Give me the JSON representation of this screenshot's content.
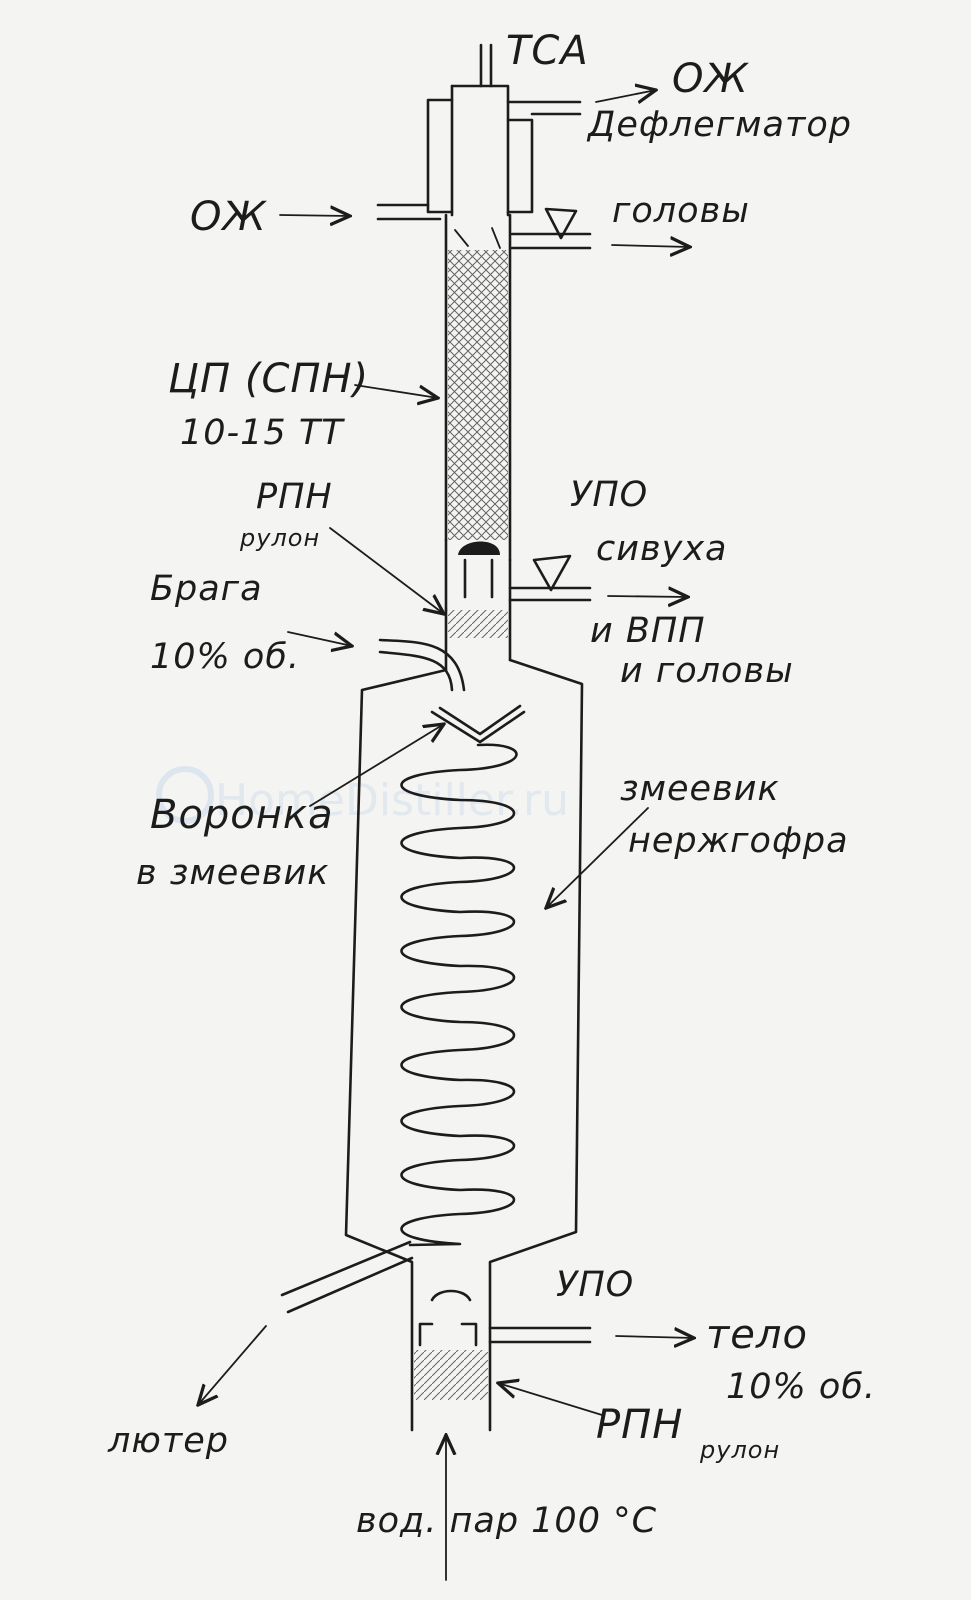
{
  "labels": {
    "tsa": "ТСА",
    "ozh_out": "ОЖ",
    "deflegmator": "Дефлегматор",
    "ozh_in": "ОЖ",
    "golovy": "головы",
    "cp_spn": "ЦП (СПН)",
    "tt": "10-15 ТТ",
    "upo_top": "УПО",
    "sivuha": "сивуха",
    "rpn_top": "РПН",
    "rulon_top": "рулон",
    "braga": "Брага",
    "braga_pct": "10% об.",
    "vpp": "и ВПП",
    "i_golovy": "и головы",
    "voronka": "Воронка",
    "v_zmeevik": "в змеевик",
    "zmeevik": "змеевик",
    "nerzhgofra": "нержгофра",
    "upo_bottom": "УПО",
    "telo": "тело",
    "telo_pct": "10% об.",
    "rpn_bottom": "РПН",
    "rulon_bottom": "рулон",
    "luter": "лютер",
    "steam": "вод. пар 100 °С"
  },
  "watermark": "HomeDistiller.ru"
}
